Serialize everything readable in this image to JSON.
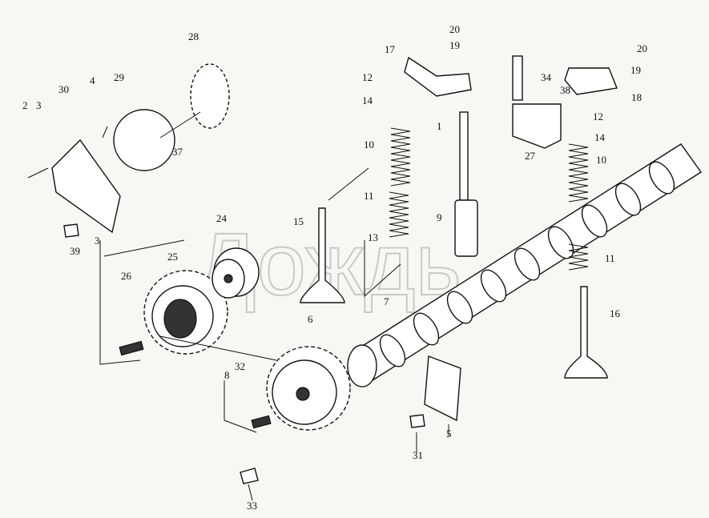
{
  "diagram": {
    "title": "Camshaft and valve train exploded view",
    "watermark": "Дождь",
    "callouts": [
      {
        "id": "20",
        "label": "20"
      },
      {
        "id": "19",
        "label": "19"
      },
      {
        "id": "17",
        "label": "17"
      },
      {
        "id": "12",
        "label": "12"
      },
      {
        "id": "14",
        "label": "14"
      },
      {
        "id": "1",
        "label": "1"
      },
      {
        "id": "10",
        "label": "10"
      },
      {
        "id": "11",
        "label": "11"
      },
      {
        "id": "13",
        "label": "13"
      },
      {
        "id": "15",
        "label": "15"
      },
      {
        "id": "9",
        "label": "9"
      },
      {
        "id": "34",
        "label": "34"
      },
      {
        "id": "38",
        "label": "38"
      },
      {
        "id": "12b",
        "label": "12"
      },
      {
        "id": "14b",
        "label": "14"
      },
      {
        "id": "27",
        "label": "27"
      },
      {
        "id": "10b",
        "label": "10"
      },
      {
        "id": "20b",
        "label": "20"
      },
      {
        "id": "19b",
        "label": "19"
      },
      {
        "id": "18",
        "label": "18"
      },
      {
        "id": "11b",
        "label": "11"
      },
      {
        "id": "16",
        "label": "16"
      },
      {
        "id": "28",
        "label": "28"
      },
      {
        "id": "29",
        "label": "29"
      },
      {
        "id": "30",
        "label": "30"
      },
      {
        "id": "4",
        "label": "4"
      },
      {
        "id": "3",
        "label": "3"
      },
      {
        "id": "2",
        "label": "2"
      },
      {
        "id": "37",
        "label": "37"
      },
      {
        "id": "39",
        "label": "39"
      },
      {
        "id": "3b",
        "label": "3"
      },
      {
        "id": "24",
        "label": "24"
      },
      {
        "id": "25",
        "label": "25"
      },
      {
        "id": "26",
        "label": "26"
      },
      {
        "id": "6",
        "label": "6"
      },
      {
        "id": "7",
        "label": "7"
      },
      {
        "id": "8",
        "label": "8"
      },
      {
        "id": "32",
        "label": "32"
      },
      {
        "id": "5",
        "label": "5"
      },
      {
        "id": "31",
        "label": "31"
      },
      {
        "id": "33",
        "label": "33"
      }
    ]
  }
}
